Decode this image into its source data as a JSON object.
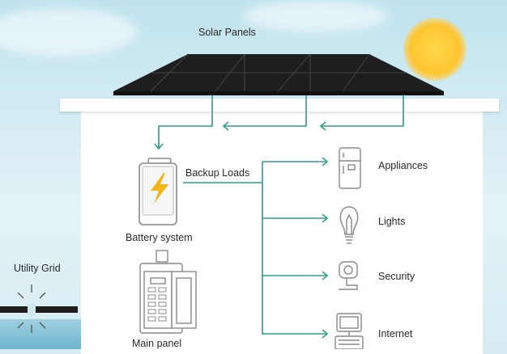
{
  "labels": {
    "solar_panels": "Solar Panels",
    "backup_loads": "Backup Loads",
    "battery_system": "Battery system",
    "main_panel": "Main panel",
    "utility_grid": "Utility Grid",
    "appliances": "Appliances",
    "lights": "Lights",
    "security": "Security",
    "internet": "Internet"
  },
  "colors": {
    "flow_line": "#2f9e8b",
    "panel": "#1f1f1f",
    "sun": "#ffc531",
    "bolt": "#f3b51c"
  },
  "icons": [
    "solar-panel-icon",
    "battery-icon",
    "lightning-bolt-icon",
    "main-panel-icon",
    "refrigerator-icon",
    "light-bulb-icon",
    "security-camera-icon",
    "computer-icon",
    "power-line-icon"
  ]
}
